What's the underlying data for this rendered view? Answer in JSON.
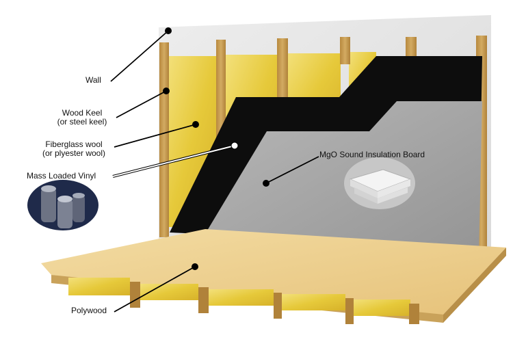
{
  "labels": {
    "wall": "Wall",
    "wood_keel": "Wood Keel",
    "wood_keel_alt": "(or steel keel)",
    "fiberglass": "Fiberglass wool",
    "fiberglass_alt": "(or plyester wool)",
    "mlv": "Mass Loaded Vinyl",
    "mgo": "MgO Sound Insulation Board",
    "plywood": "Polywood"
  },
  "colors": {
    "wall": "#e6e6e6",
    "keel": "#c9a25a",
    "fiberglass": "#e8d04a",
    "vinyl": "#0d0d0d",
    "mgo_board": "#a3a3a3",
    "plywood": "#eccf8c"
  }
}
